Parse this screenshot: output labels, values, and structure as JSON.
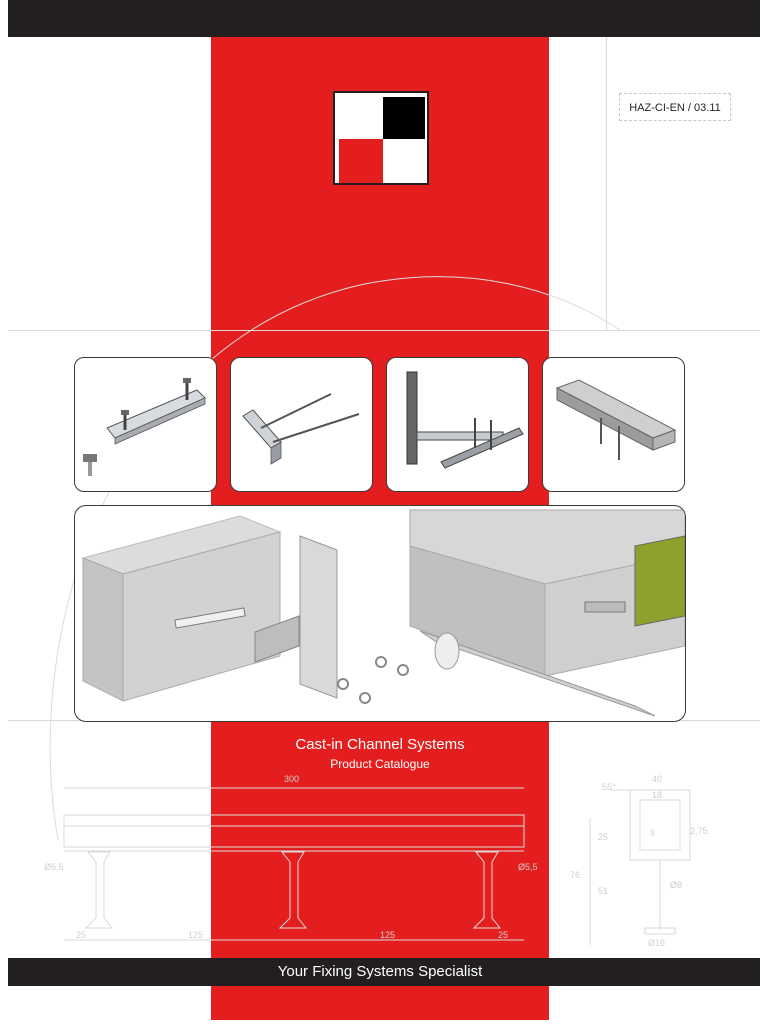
{
  "header": {
    "doc_code": "HAZ-CI-EN / 03.11"
  },
  "logo": {
    "colors": [
      "#000000",
      "#e41e1e",
      "#ffffff"
    ]
  },
  "products": [
    {
      "name": "channel-with-bolts"
    },
    {
      "name": "channel-with-rods"
    },
    {
      "name": "channel-bracket-assembly"
    },
    {
      "name": "channel-in-concrete"
    }
  ],
  "cover": {
    "title": "Cast-in Channel Systems",
    "subtitle": "Product Catalogue",
    "tagline": "Your Fixing Systems Specialist"
  },
  "drawing": {
    "overall_length": "300",
    "anchor_dia_left": "Ø5,5",
    "anchor_dia_right": "Ø5,5",
    "spacing_left": "25",
    "spacing_mid_left": "125",
    "spacing_mid_right": "125",
    "spacing_right": "25",
    "section_angle": "55°",
    "section_width": "40",
    "section_opening": "18",
    "section_height_top": "25",
    "section_inner": "9",
    "section_thickness": "2,75",
    "section_total_height": "76",
    "section_anchor_height": "51",
    "section_bolt_dia": "Ø8",
    "section_head_dia": "Ø16"
  },
  "colors": {
    "brand_red": "#e41e1e",
    "dark": "#231f20"
  }
}
